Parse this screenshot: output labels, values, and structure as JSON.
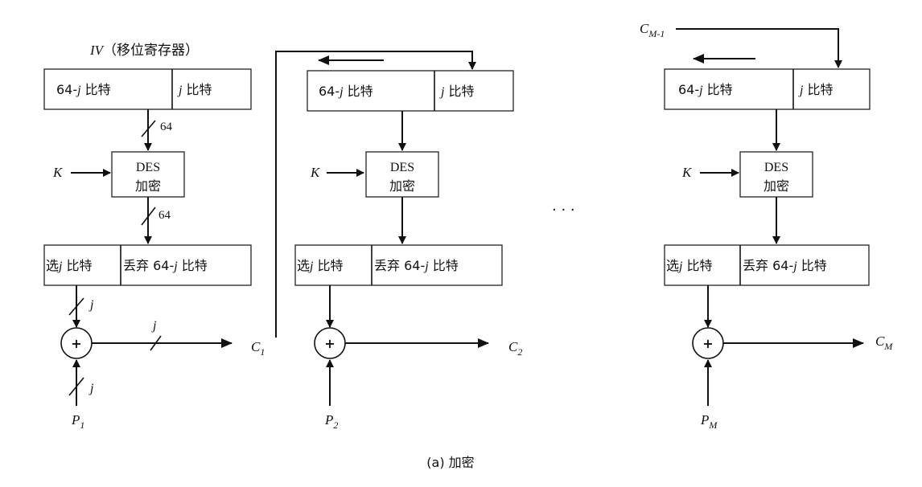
{
  "caption": "(a) 加密",
  "iv_label": {
    "var": "IV",
    "text": "（移位寄存器）"
  },
  "key_var": "K",
  "ellipsis": ". . .",
  "bus_width_64": "64",
  "bus_width_j": "j",
  "stages": [
    {
      "register": {
        "left_prefix": "64-",
        "left_var": "j",
        "left_suffix": " 比特",
        "right_var": "j",
        "right_suffix": " 比特"
      },
      "des": {
        "line1": "DES",
        "line2": "加密"
      },
      "select": {
        "prefix": "选",
        "var": "j",
        "suffix": " 比特",
        "discard_text": "丢弃 64-",
        "discard_var": "j",
        "discard_suffix": " 比特"
      },
      "xor": "+",
      "plaintext": {
        "base": "P",
        "sub": "1"
      },
      "ciphertext": {
        "base": "C",
        "sub": "1"
      }
    },
    {
      "register": {
        "left_prefix": "64-",
        "left_var": "j",
        "left_suffix": " 比特",
        "right_var": "j",
        "right_suffix": " 比特"
      },
      "des": {
        "line1": "DES",
        "line2": "加密"
      },
      "select": {
        "prefix": "选",
        "var": "j",
        "suffix": " 比特",
        "discard_text": "丢弃 64-",
        "discard_var": "j",
        "discard_suffix": " 比特"
      },
      "xor": "+",
      "plaintext": {
        "base": "P",
        "sub": "2"
      },
      "ciphertext": {
        "base": "C",
        "sub": "2"
      }
    },
    {
      "register": {
        "left_prefix": "64-",
        "left_var": "j",
        "left_suffix": " 比特",
        "right_var": "j",
        "right_suffix": " 比特"
      },
      "des": {
        "line1": "DES",
        "line2": "加密"
      },
      "select": {
        "prefix": "选",
        "var": "j",
        "suffix": " 比特",
        "discard_text": "丢弃 64-",
        "discard_var": "j",
        "discard_suffix": " 比特"
      },
      "xor": "+",
      "plaintext": {
        "base": "P",
        "sub": "M"
      },
      "ciphertext": {
        "base": "C",
        "sub": "M"
      }
    }
  ],
  "feedback_input_label": {
    "base": "C",
    "sub": "M-1"
  }
}
